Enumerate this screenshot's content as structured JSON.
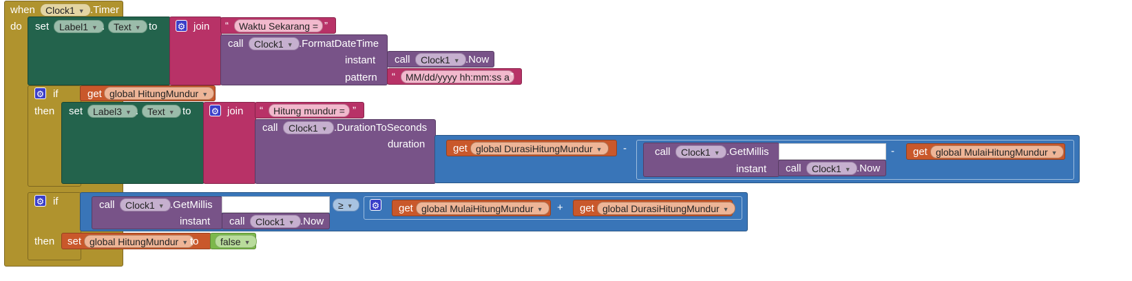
{
  "event": {
    "when": "when",
    "component": "Clock1",
    "event_name": ".Timer",
    "do": "do"
  },
  "set1": {
    "keyword": "set",
    "component": "Label1",
    "dot": ".",
    "property": "Text",
    "to": "to"
  },
  "join1": {
    "label": "join",
    "text1": "Waktu Sekarang = ",
    "call": "call",
    "component": "Clock1",
    "method": ".FormatDateTime",
    "instant_label": "instant",
    "now_call": "call",
    "now_component": "Clock1",
    "now_method": ".Now",
    "pattern_label": "pattern",
    "pattern_text": "MM/dd/yyyy hh:mm:ss a"
  },
  "if1": {
    "if": "if",
    "then": "then",
    "get": "get",
    "var": "global HitungMundur"
  },
  "set2": {
    "keyword": "set",
    "component": "Label3",
    "dot": ".",
    "property": "Text",
    "to": "to"
  },
  "join2": {
    "label": "join",
    "text1": "Hitung mundur = ",
    "call": "call",
    "component": "Clock1",
    "method": ".DurationToSeconds",
    "duration_label": "duration"
  },
  "math1": {
    "get": "get",
    "var1": "global DurasiHitungMundur",
    "minus1": "-",
    "call": "call",
    "component": "Clock1",
    "method": ".GetMillis",
    "instant_label": "instant",
    "now_call": "call",
    "now_component": "Clock1",
    "now_method": ".Now",
    "minus2": "-",
    "get2": "get",
    "var2": "global MulaiHitungMundur"
  },
  "if2": {
    "if": "if",
    "then": "then",
    "call": "call",
    "component": "Clock1",
    "method": ".GetMillis",
    "instant_label": "instant",
    "now_call": "call",
    "now_component": "Clock1",
    "now_method": ".Now",
    "op": "≥",
    "get1": "get",
    "var1": "global MulaiHitungMundur",
    "plus": "+",
    "get2": "get",
    "var2": "global DurasiHitungMundur"
  },
  "set3": {
    "keyword": "set",
    "var": "global HitungMundur",
    "to": "to",
    "value": "false"
  },
  "icons": {
    "dropdown": "▼",
    "gear": "⚙",
    "open_quote": "“",
    "close_quote": "”"
  },
  "colors": {
    "event": "#b0932e",
    "setter": "#23634c",
    "text": "#b83267",
    "component_call": "#785388",
    "variable": "#c9582b",
    "math": "#3975b8",
    "logic": "#7cb84b"
  }
}
